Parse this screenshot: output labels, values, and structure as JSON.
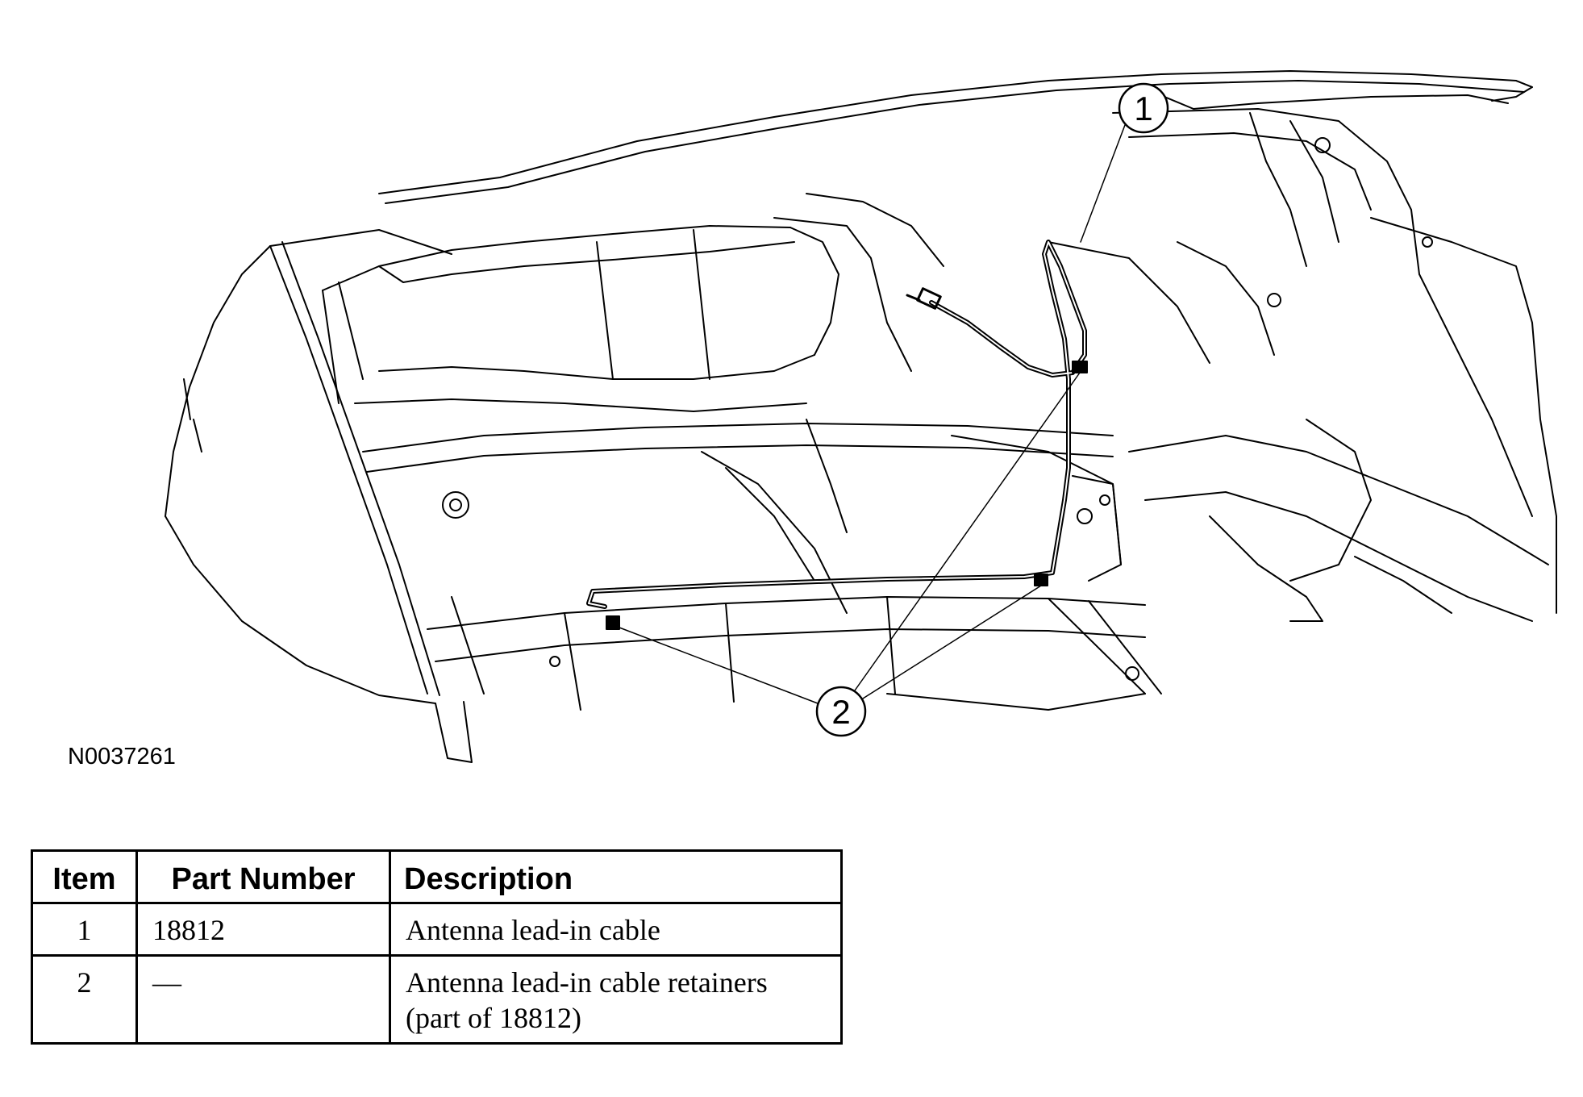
{
  "figure": {
    "id": "N0037261",
    "callouts": [
      "1",
      "2"
    ]
  },
  "table": {
    "headers": {
      "item": "Item",
      "part_number": "Part Number",
      "description": "Description"
    },
    "rows": [
      {
        "item": "1",
        "part_number": "18812",
        "description": "Antenna lead-in cable"
      },
      {
        "item": "2",
        "part_number": "—",
        "description": "Antenna lead-in cable retainers (part of 18812)"
      }
    ]
  },
  "colors": {
    "line": "#000000",
    "background": "#ffffff"
  }
}
